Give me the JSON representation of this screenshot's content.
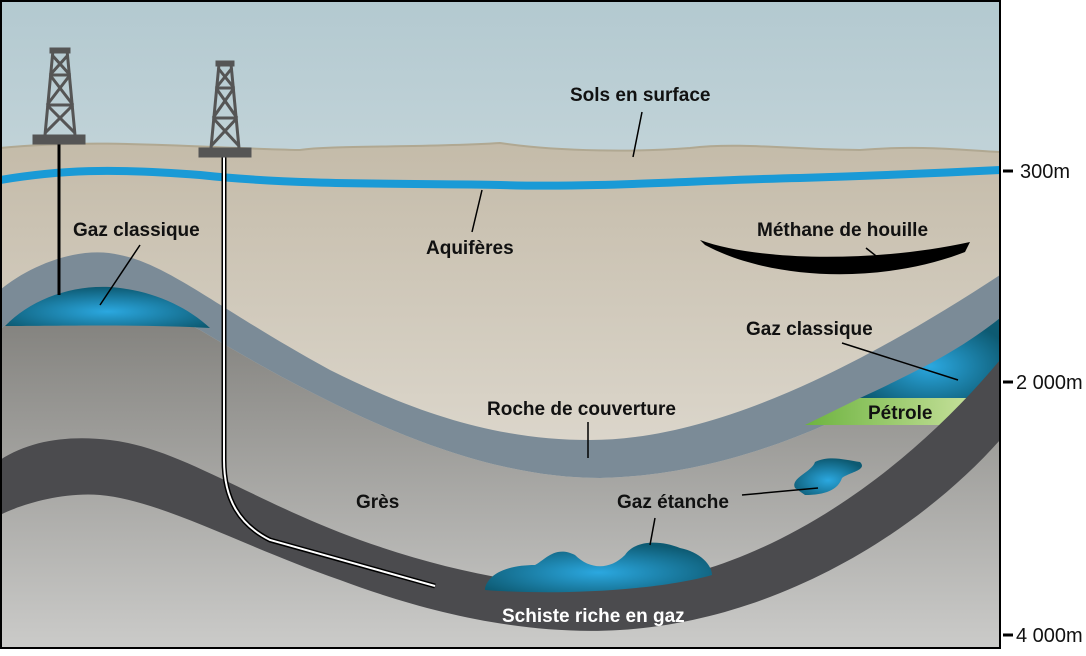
{
  "labels": {
    "surface_soil": "Sols en surface",
    "aquifers": "Aquifères",
    "coalbed_methane": "Méthane de houille",
    "conventional_gas_left": "Gaz classique",
    "conventional_gas_right": "Gaz classique",
    "oil": "Pétrole",
    "cap_rock": "Roche de couverture",
    "sandstone": "Grès",
    "tight_gas": "Gaz étanche",
    "gas_rich_shale": "Schiste riche en gaz"
  },
  "depth_scale": [
    "300m",
    "2 000m",
    "4 000m"
  ],
  "colors": {
    "aquifer": "#1a9ad6",
    "cap_rock": "#7b8b97",
    "shale": "#4b4b4e",
    "oil": "#8cc63f",
    "gas": "#0d5f78"
  }
}
